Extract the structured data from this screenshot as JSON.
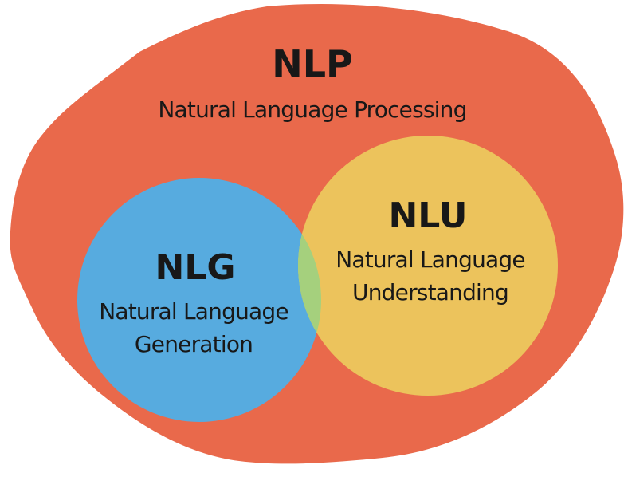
{
  "diagram": {
    "title_abbr": "NLP",
    "colors": {
      "background": "#FFFFFF",
      "nlp_region": "#E9694B",
      "nlg_region": "#57ABDF",
      "nlu_region": "#ECC35C",
      "overlap_region": "#A5D07D",
      "text": "#181818"
    },
    "nlp": {
      "abbr": "NLP",
      "full": "Natural Language Processing"
    },
    "nlg": {
      "abbr": "NLG",
      "full_line1": "Natural Language",
      "full_line2": "Generation"
    },
    "nlu": {
      "abbr": "NLU",
      "full_line1": "Natural Language",
      "full_line2": "Understanding"
    }
  }
}
